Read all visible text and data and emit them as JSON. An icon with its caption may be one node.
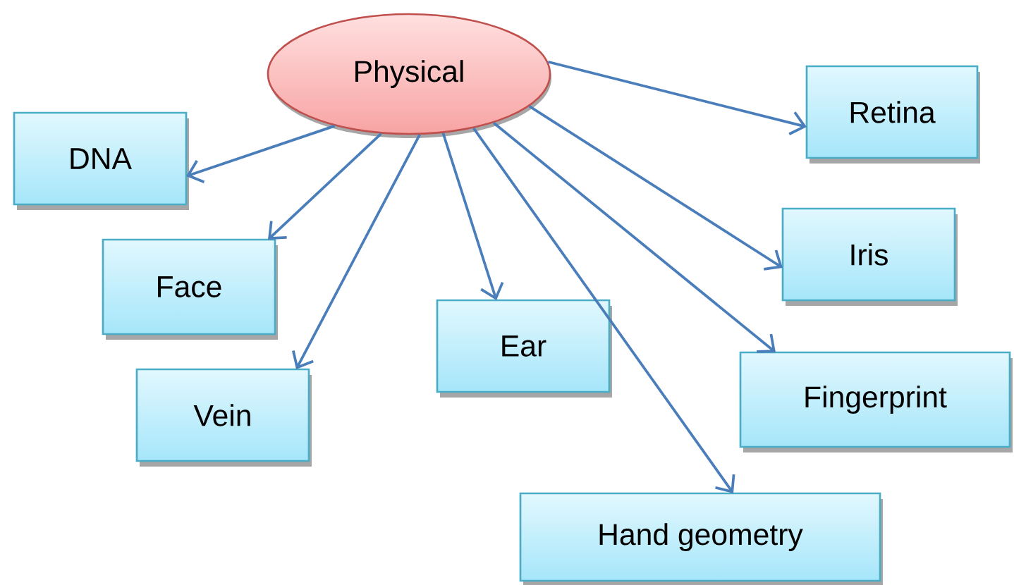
{
  "diagram": {
    "nodes": [
      {
        "text": [
          "Physical"
        ]
      },
      {
        "text": [
          "DNA"
        ]
      },
      {
        "text": [
          "Retina"
        ]
      },
      {
        "text": [
          "Face"
        ]
      },
      {
        "text": [
          "Iris"
        ]
      },
      {
        "text": [
          "Vein"
        ]
      },
      {
        "text": [
          "Ear"
        ]
      },
      {
        "text": [
          "Fingerprint"
        ]
      },
      {
        "text": [
          "Hand geometry"
        ]
      }
    ],
    "edges": [
      {
        "from": 0,
        "to": 1,
        "arrow": "to"
      },
      {
        "from": 0,
        "to": 2,
        "arrow": "to"
      },
      {
        "from": 0,
        "to": 3,
        "arrow": "to"
      },
      {
        "from": 0,
        "to": 4,
        "arrow": "to"
      },
      {
        "from": 0,
        "to": 5,
        "arrow": "to"
      },
      {
        "from": 0,
        "to": 6,
        "arrow": "to"
      },
      {
        "from": 0,
        "to": 7,
        "arrow": "to"
      },
      {
        "from": 0,
        "to": 8,
        "arrow": "to"
      }
    ]
  }
}
